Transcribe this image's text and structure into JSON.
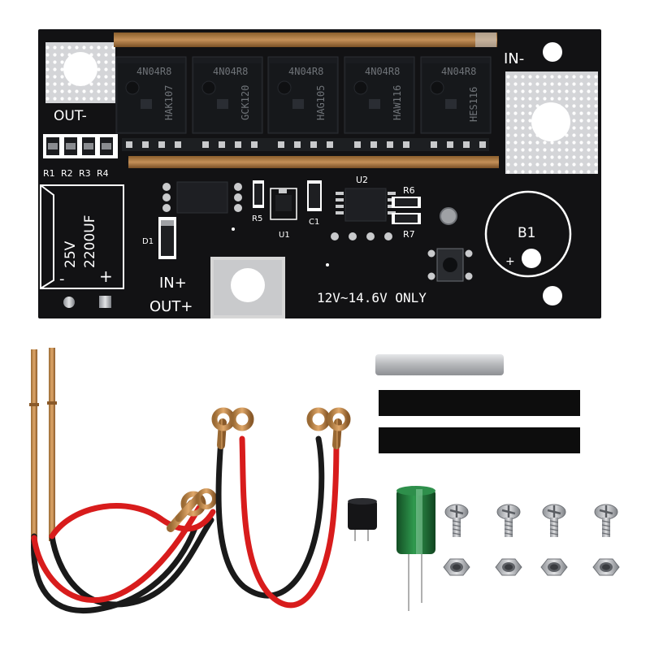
{
  "board": {
    "out_minus": "OUT-",
    "in_minus": "IN-",
    "in_plus": "IN+",
    "out_plus": "OUT+",
    "voltage_note": "12V~14.6V ONLY",
    "b1": "B1",
    "b1_plus": "+",
    "cap_value": "25V",
    "cap_capacitance": "2200UF",
    "cap_minus": "-",
    "cap_plus": "+",
    "resistors": [
      "R1",
      "R2",
      "R3",
      "R4"
    ],
    "d1": "D1",
    "r5": "R5",
    "c1": "C1",
    "u1": "U1",
    "u2": "U2",
    "r6": "R6",
    "r7": "R7",
    "mosfet_top_mark": "4N04R8",
    "mosfet_bottom_marks": [
      "HAK107",
      "GCK120",
      "HAG105",
      "HAW116",
      "HES116"
    ]
  },
  "colors": {
    "pcb": "#121214",
    "copper": "#b8864a",
    "wire_red": "#d81c1c",
    "wire_black": "#1a1a1a",
    "capacitor": "#1f7a3a",
    "nickel": "#c9cacc"
  },
  "accessories": {
    "items": [
      "welding-pens",
      "wire-pair-with-lugs",
      "buzzer",
      "electrolytic-capacitor",
      "screws",
      "nuts",
      "nickel-strip",
      "insulating-tape"
    ],
    "screw_count": 4,
    "nut_count": 4
  }
}
